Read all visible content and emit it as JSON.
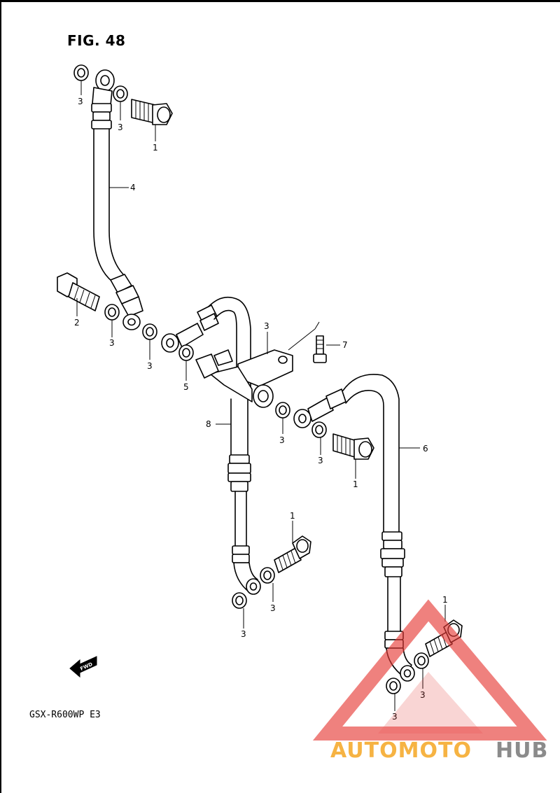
{
  "figure": {
    "title": "FIG. 48",
    "model_code": "GSX-R600WP  E3",
    "direction_marker": "FWD"
  },
  "callouts": [
    {
      "id": "c1a",
      "text": "3"
    },
    {
      "id": "c1b",
      "text": "3"
    },
    {
      "id": "c1c",
      "text": "1"
    },
    {
      "id": "c4",
      "text": "4"
    },
    {
      "id": "c2",
      "text": "2"
    },
    {
      "id": "c3a",
      "text": "3"
    },
    {
      "id": "c3b",
      "text": "3"
    },
    {
      "id": "c3c",
      "text": "3"
    },
    {
      "id": "c7",
      "text": "7"
    },
    {
      "id": "c8",
      "text": "8"
    },
    {
      "id": "c5",
      "text": "5"
    },
    {
      "id": "c3d",
      "text": "3"
    },
    {
      "id": "c3e",
      "text": "3"
    },
    {
      "id": "c1d",
      "text": "1"
    },
    {
      "id": "c6",
      "text": "6"
    },
    {
      "id": "c1e",
      "text": "1"
    },
    {
      "id": "c3f",
      "text": "3"
    },
    {
      "id": "c3g",
      "text": "3"
    },
    {
      "id": "c1f",
      "text": "1"
    },
    {
      "id": "c3h",
      "text": "3"
    },
    {
      "id": "c3i",
      "text": "3"
    }
  ],
  "watermark": {
    "part1": "AUTOMOTO",
    "part2": "HUB",
    "color_orange": "#f5a623",
    "color_red": "#e53935",
    "color_gray": "#777777"
  }
}
